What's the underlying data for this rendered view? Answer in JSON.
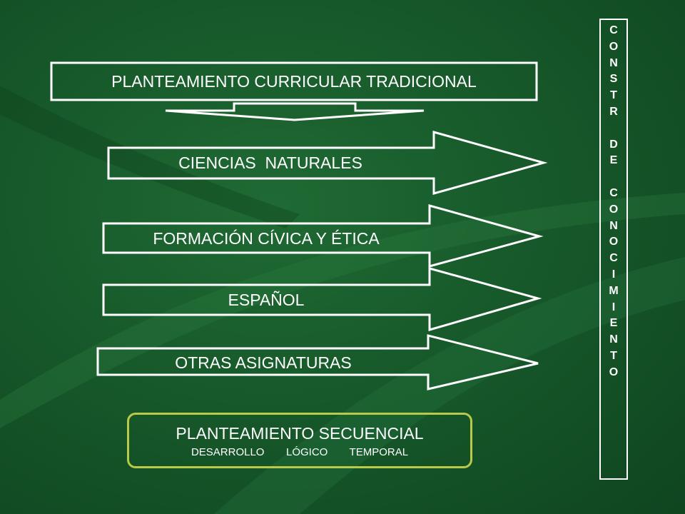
{
  "title": "PLANTEAMIENTO CURRICULAR TRADICIONAL",
  "arrows": [
    {
      "label": "CIENCIAS  NATURALES"
    },
    {
      "label": "FORMACIÓN CÍVICA Y ÉTICA"
    },
    {
      "label": "ESPAÑOL"
    },
    {
      "label": "OTRAS ASIGNATURAS"
    }
  ],
  "sequential": {
    "title": "PLANTEAMIENTO SECUENCIAL",
    "subtitle": "DESARROLLO   LÓGICO   TEMPORAL"
  },
  "vertical_letters": [
    "C",
    "O",
    "N",
    "S",
    "T",
    "R",
    "",
    "D",
    "E",
    "",
    "C",
    "O",
    "N",
    "O",
    "C",
    "I",
    "M",
    "I",
    "E",
    "N",
    "T",
    "O"
  ],
  "colors": {
    "background": "#17592a",
    "stroke": "#ffffff",
    "sequential_border": "#b9c94a",
    "text": "#ffffff"
  }
}
